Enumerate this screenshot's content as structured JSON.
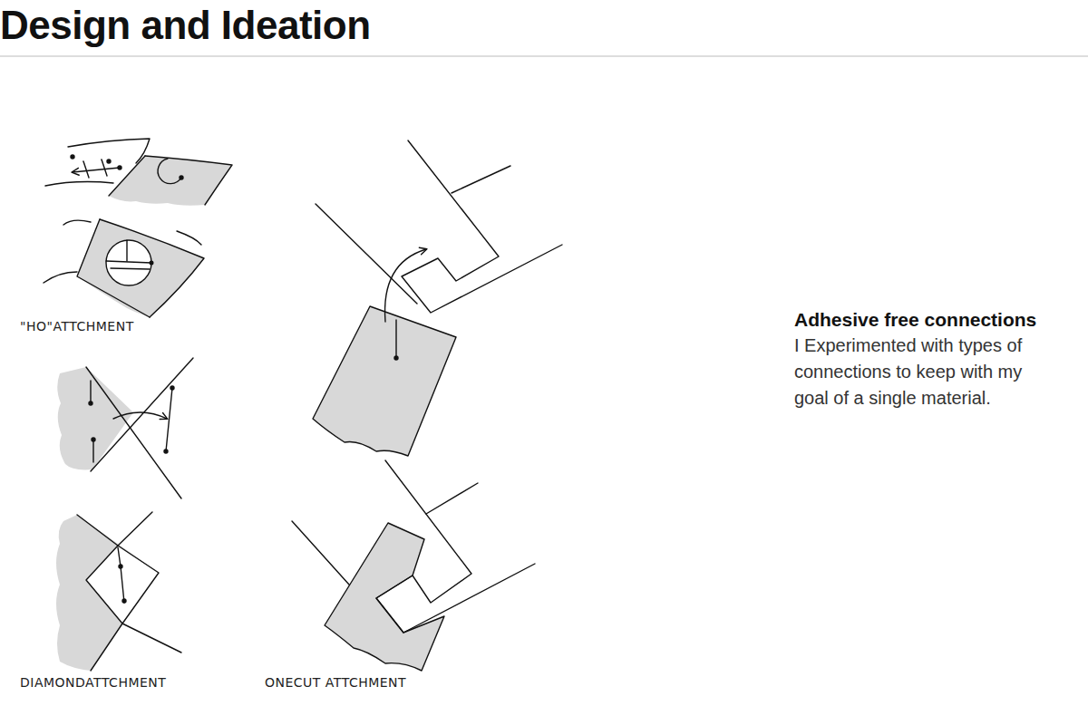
{
  "diagram": {
    "title": "Design and Ideation",
    "labels": [
      "\"HO\"ATTCHMENT",
      "DIAMONDATTCHMENT",
      "ONECUT ATTCHMENT",
      "Adhesive free connections",
      "I Experimented with types of connections to keep with my goal of a single material."
    ]
  }
}
